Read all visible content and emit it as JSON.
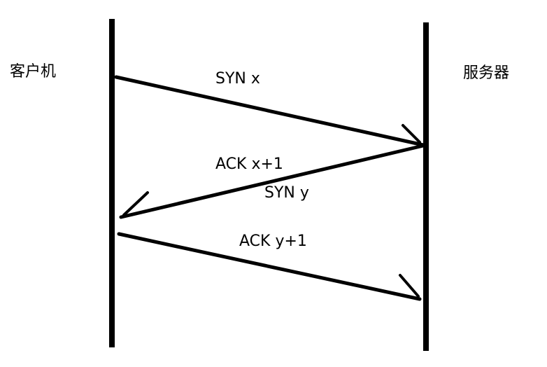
{
  "participants": {
    "client": "客户机",
    "server": "服务器"
  },
  "messages": {
    "syn_x": "SYN x",
    "ack_x1": "ACK x+1",
    "syn_y": "SYN y",
    "ack_y1": "ACK y+1"
  },
  "colors": {
    "line": "#000000",
    "background": "#ffffff"
  }
}
